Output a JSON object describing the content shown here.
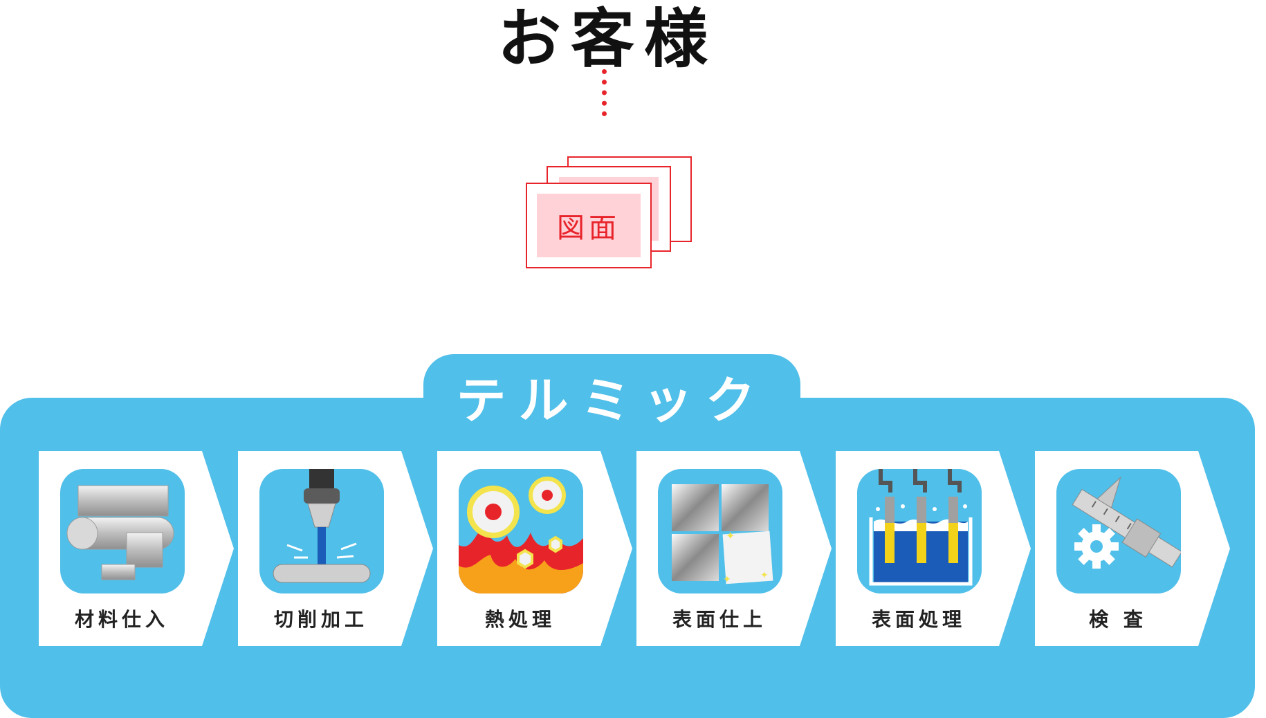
{
  "customer": {
    "title": "お客様"
  },
  "drawing": {
    "label": "図面"
  },
  "company": {
    "name": "テルミック"
  },
  "process_steps": [
    {
      "label": "材料仕入",
      "icon": "raw-material-icon"
    },
    {
      "label": "切削加工",
      "icon": "cutting-icon"
    },
    {
      "label": "熱処理",
      "icon": "heat-treatment-icon"
    },
    {
      "label": "表面仕上",
      "icon": "surface-finish-icon"
    },
    {
      "label": "表面処理",
      "icon": "surface-treatment-icon"
    },
    {
      "label": "検 査",
      "icon": "inspection-icon"
    }
  ],
  "colors": {
    "panel": "#50bfe9",
    "accent_red": "#e8242b",
    "drawing_fill": "#ffd2d7"
  }
}
